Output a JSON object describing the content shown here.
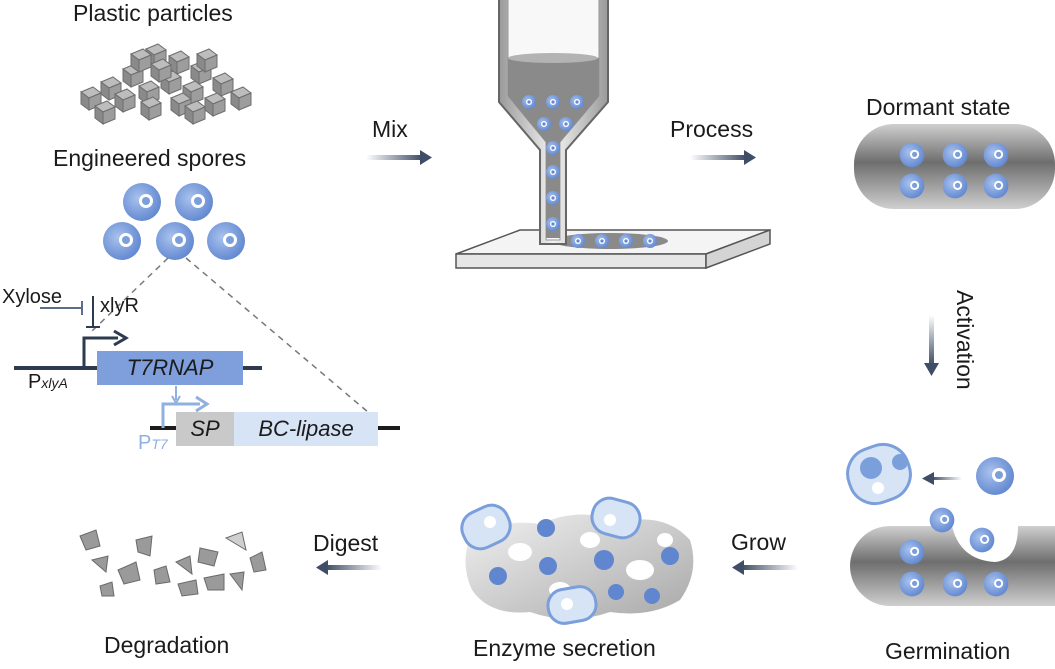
{
  "labels": {
    "plastic_particles": "Plastic particles",
    "engineered_spores": "Engineered spores",
    "mix": "Mix",
    "process": "Process",
    "dormant_state": "Dormant state",
    "activation": "Activation",
    "germination": "Germination",
    "grow": "Grow",
    "enzyme_secretion": "Enzyme secretion",
    "digest": "Digest",
    "degradation": "Degradation"
  },
  "circuit": {
    "xylose": "Xylose",
    "xlyR": "xlyR",
    "promoter1": "P",
    "promoter1_sub": "xlyA",
    "gene1": "T7RNAP",
    "promoter2": "P",
    "promoter2_sub": "T7",
    "sp": "SP",
    "gene2": "BC-lipase"
  },
  "colors": {
    "spore_blue": "#7a9fdb",
    "gene_blue": "#7f9fdc",
    "light_blue": "#d6e4f5",
    "dark_line": "#2d3a4f",
    "gray_material": "#7e7e7e",
    "arrow": "#4a5a72"
  }
}
